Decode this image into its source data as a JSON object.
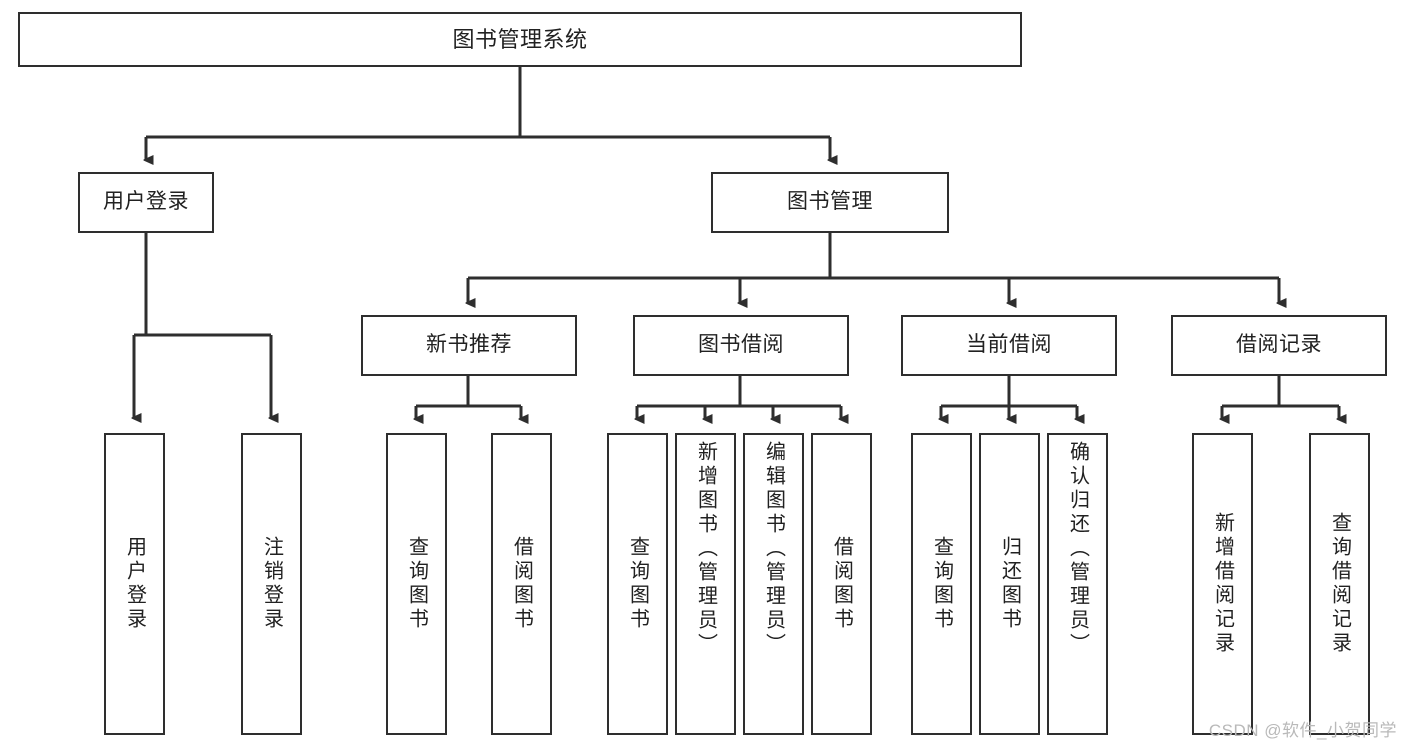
{
  "diagram": {
    "title": "图书管理系统",
    "type": "hierarchy-tree",
    "root": {
      "id": "root",
      "label": "图书管理系统"
    },
    "level2": [
      {
        "id": "user-login",
        "label": "用户登录"
      },
      {
        "id": "book-management",
        "label": "图书管理"
      }
    ],
    "level3": [
      {
        "id": "new-book-recommend",
        "label": "新书推荐",
        "parent": "book-management"
      },
      {
        "id": "book-borrow",
        "label": "图书借阅",
        "parent": "book-management"
      },
      {
        "id": "current-borrow",
        "label": "当前借阅",
        "parent": "book-management"
      },
      {
        "id": "borrow-record",
        "label": "借阅记录",
        "parent": "book-management"
      }
    ],
    "leaves": [
      {
        "id": "leaf-user-login",
        "label": "用户登录",
        "parent": "user-login"
      },
      {
        "id": "leaf-user-logout",
        "label": "注销登录",
        "parent": "user-login"
      },
      {
        "id": "leaf-query-book-1",
        "label": "查询图书",
        "parent": "new-book-recommend"
      },
      {
        "id": "leaf-borrow-book-1",
        "label": "借阅图书",
        "parent": "new-book-recommend"
      },
      {
        "id": "leaf-query-book-2",
        "label": "查询图书",
        "parent": "book-borrow"
      },
      {
        "id": "leaf-add-book",
        "label": "新增图书（管理员）",
        "parent": "book-borrow"
      },
      {
        "id": "leaf-edit-book",
        "label": "编辑图书（管理员）",
        "parent": "book-borrow"
      },
      {
        "id": "leaf-borrow-book-2",
        "label": "借阅图书",
        "parent": "book-borrow"
      },
      {
        "id": "leaf-query-book-3",
        "label": "查询图书",
        "parent": "current-borrow"
      },
      {
        "id": "leaf-return-book",
        "label": "归还图书",
        "parent": "current-borrow"
      },
      {
        "id": "leaf-confirm-return",
        "label": "确认归还（管理员）",
        "parent": "current-borrow"
      },
      {
        "id": "leaf-add-record",
        "label": "新增借阅记录",
        "parent": "borrow-record"
      },
      {
        "id": "leaf-query-record",
        "label": "查询借阅记录",
        "parent": "borrow-record"
      }
    ]
  },
  "watermark": {
    "text": "CSDN @软件_小贺同学"
  },
  "colors": {
    "stroke": "#2e2e2e",
    "background": "#ffffff",
    "text": "#212121",
    "watermark": "#b9b9b9"
  }
}
